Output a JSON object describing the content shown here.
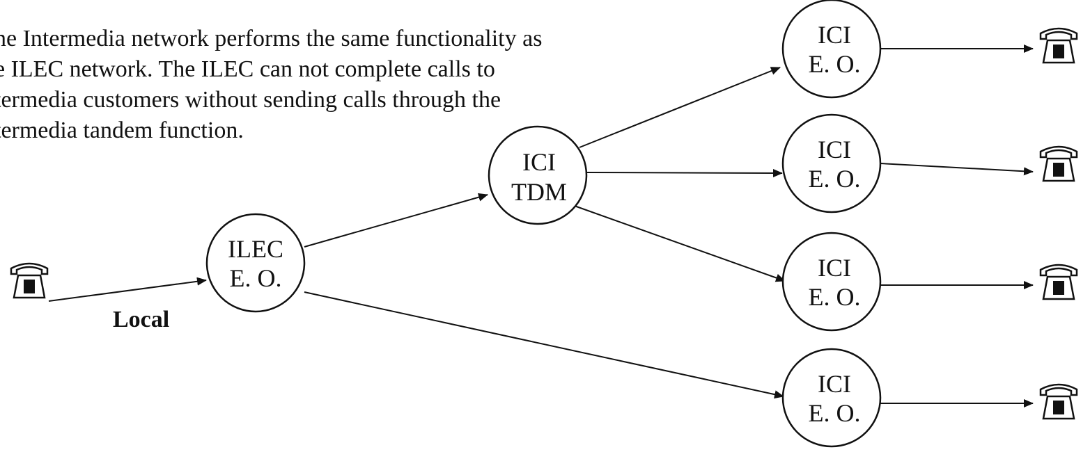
{
  "description": [
    "ne Intermedia network performs the same functionality  as",
    "e ILEC network.  The ILEC can not complete calls to",
    "termedia customers without sending calls through the",
    "termedia tandem function."
  ],
  "nodes": {
    "ilec": {
      "line1": "ILEC",
      "line2": "E. O."
    },
    "tdm": {
      "line1": "ICI",
      "line2": "TDM"
    },
    "eo1": {
      "line1": "ICI",
      "line2": "E. O."
    },
    "eo2": {
      "line1": "ICI",
      "line2": "E. O."
    },
    "eo3": {
      "line1": "ICI",
      "line2": "E. O."
    },
    "eo4": {
      "line1": "ICI",
      "line2": "E. O."
    }
  },
  "link_label": "Local",
  "icons": [
    "telephone-icon"
  ]
}
